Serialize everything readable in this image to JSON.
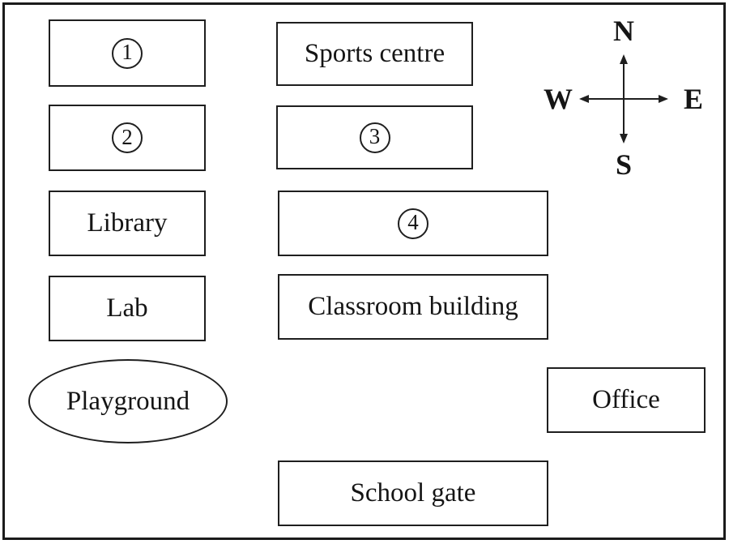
{
  "diagram": {
    "kind": "school campus map",
    "colors": {
      "background": "#ffffff",
      "line": "#1f1f1f",
      "text": "#151515"
    }
  },
  "compass": {
    "north": "N",
    "south": "S",
    "east": "E",
    "west": "W"
  },
  "buildings": {
    "b1": {
      "digit": "1",
      "style": "circled-number"
    },
    "b2": {
      "digit": "2",
      "style": "circled-number"
    },
    "b3": {
      "digit": "3",
      "style": "circled-number"
    },
    "b4": {
      "digit": "4",
      "style": "circled-number"
    },
    "sports_centre": {
      "label": "Sports centre"
    },
    "library": {
      "label": "Library"
    },
    "lab": {
      "label": "Lab"
    },
    "classroom_building": {
      "label": "Classroom building"
    },
    "playground": {
      "label": "Playground"
    },
    "office": {
      "label": "Office"
    },
    "school_gate": {
      "label": "School gate"
    }
  }
}
